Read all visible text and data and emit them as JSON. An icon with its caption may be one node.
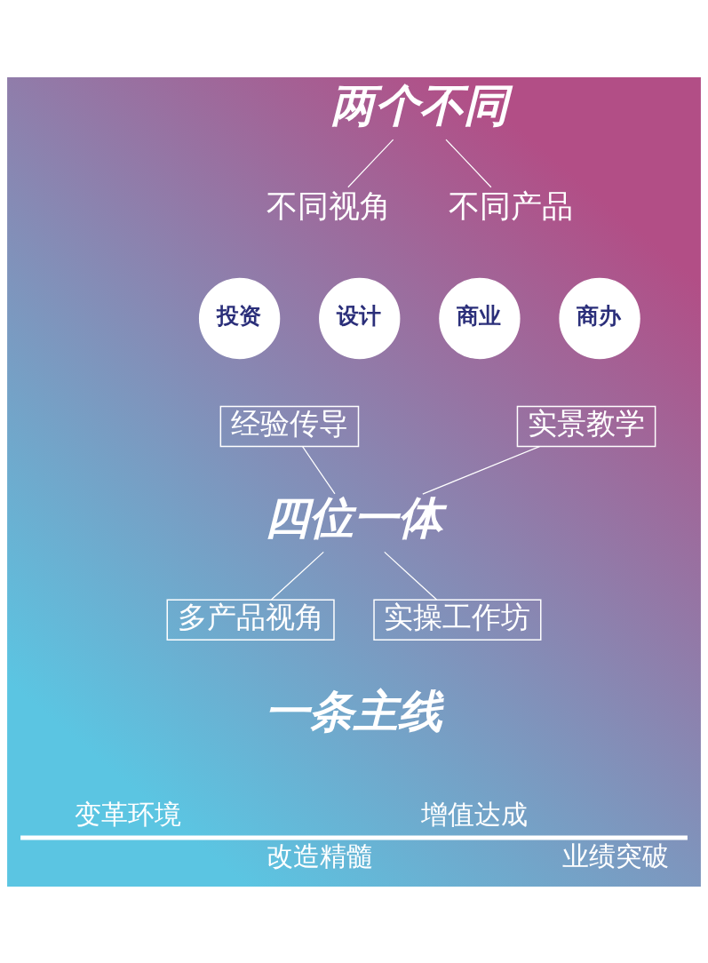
{
  "diagram": {
    "nodes": [
      {
        "text": [
          "两个不同"
        ]
      },
      {
        "text": [
          "不同视角"
        ]
      },
      {
        "text": [
          "不同产品"
        ]
      },
      {
        "text": [
          "投资"
        ]
      },
      {
        "text": [
          "设计"
        ]
      },
      {
        "text": [
          "商业"
        ]
      },
      {
        "text": [
          "商办"
        ]
      },
      {
        "text": [
          "经验传导"
        ]
      },
      {
        "text": [
          "实景教学"
        ]
      },
      {
        "text": [
          "四位一体"
        ]
      },
      {
        "text": [
          "多产品视角"
        ]
      },
      {
        "text": [
          "实操工作坊"
        ]
      }
    ],
    "edges": [
      {
        "from": 0,
        "to": 1,
        "arrow": "none"
      },
      {
        "from": 0,
        "to": 2,
        "arrow": "none"
      },
      {
        "from": 7,
        "to": 9,
        "arrow": "none"
      },
      {
        "from": 8,
        "to": 9,
        "arrow": "none"
      },
      {
        "from": 9,
        "to": 10,
        "arrow": "none"
      },
      {
        "from": 9,
        "to": 11,
        "arrow": "none"
      }
    ],
    "labels": [
      "一条主线",
      "变革环境",
      "增值达成",
      "改造精髓",
      "业绩突破"
    ]
  }
}
